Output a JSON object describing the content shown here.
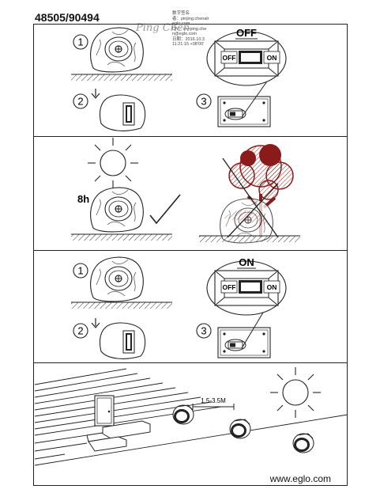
{
  "header": {
    "code": "48505/90494"
  },
  "stamp": {
    "lines": [
      "数字签名",
      "者：pinjing.chenalr",
      "eglo.com",
      "DN：cn=ping.che",
      "n@eglo.com",
      "日期：2016.10.3",
      "11:21:15 +08'00'"
    ],
    "signature": "Ping Chen"
  },
  "panel1": {
    "step1": "1",
    "step2": "2",
    "step3": "3",
    "switch_title": "OFF",
    "off_label": "OFF",
    "on_label": "ON"
  },
  "panel2": {
    "duration": "8h"
  },
  "panel3": {
    "step1": "1",
    "step2": "2",
    "step3": "3",
    "switch_title": "ON",
    "off_label": "OFF",
    "on_label": "ON"
  },
  "panel4": {
    "distance": "1.5-3.5M"
  },
  "footer": {
    "url": "www.eglo.com"
  }
}
